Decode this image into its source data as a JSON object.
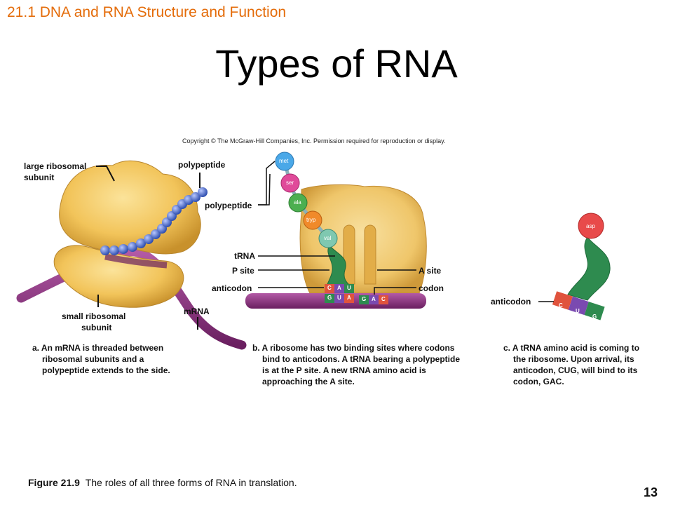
{
  "header": {
    "section_title": "21.1 DNA and RNA Structure and Function",
    "slide_title": "Types of RNA"
  },
  "copyright": "Copyright © The McGraw-Hill Companies, Inc. Permission required for reproduction or display.",
  "panel_a": {
    "labels": {
      "large_subunit_1": "large ribosomal",
      "large_subunit_2": "subunit",
      "polypeptide": "polypeptide",
      "small_subunit_1": "small ribosomal",
      "small_subunit_2": "subunit",
      "mrna": "mRNA"
    },
    "caption_1": "a. An mRNA is threaded between",
    "caption_2": "ribosomal subunits and a",
    "caption_3": "polypeptide extends to the side."
  },
  "panel_b": {
    "labels": {
      "polypeptide": "polypeptide",
      "trna": "tRNA",
      "p_site": "P site",
      "anticodon": "anticodon",
      "a_site": "A site",
      "codon": "codon"
    },
    "amino_acids": [
      "met",
      "ser",
      "ala",
      "tryp",
      "val"
    ],
    "anticodon_bases": [
      "C",
      "A",
      "U"
    ],
    "codon_bases": [
      "G",
      "U",
      "A",
      "G",
      "A",
      "C"
    ],
    "caption_1": "b. A ribosome has two binding sites where codons",
    "caption_2": "bind to anticodons. A tRNA bearing a polypeptide",
    "caption_3": "is at the P site. A new tRNA amino acid is",
    "caption_4": "approaching the A site."
  },
  "panel_c": {
    "labels": {
      "anticodon": "anticodon"
    },
    "amino_acid": "asp",
    "anticodon_bases": [
      "C",
      "U",
      "G"
    ],
    "caption_1": "c. A tRNA amino acid is coming to",
    "caption_2": "the ribosome. Upon arrival, its",
    "caption_3": "anticodon, CUG, will bind to its",
    "caption_4": "codon, GAC."
  },
  "figure": {
    "number": "Figure 21.9",
    "text": "The roles of all three forms of RNA in translation."
  },
  "page_number": "13",
  "colors": {
    "section_title": "#e46c0a",
    "ribosome": "#f2c45a",
    "mrna": "#8b2f7e",
    "trna": "#2e8b4f",
    "bead": "#4a6fd0"
  }
}
